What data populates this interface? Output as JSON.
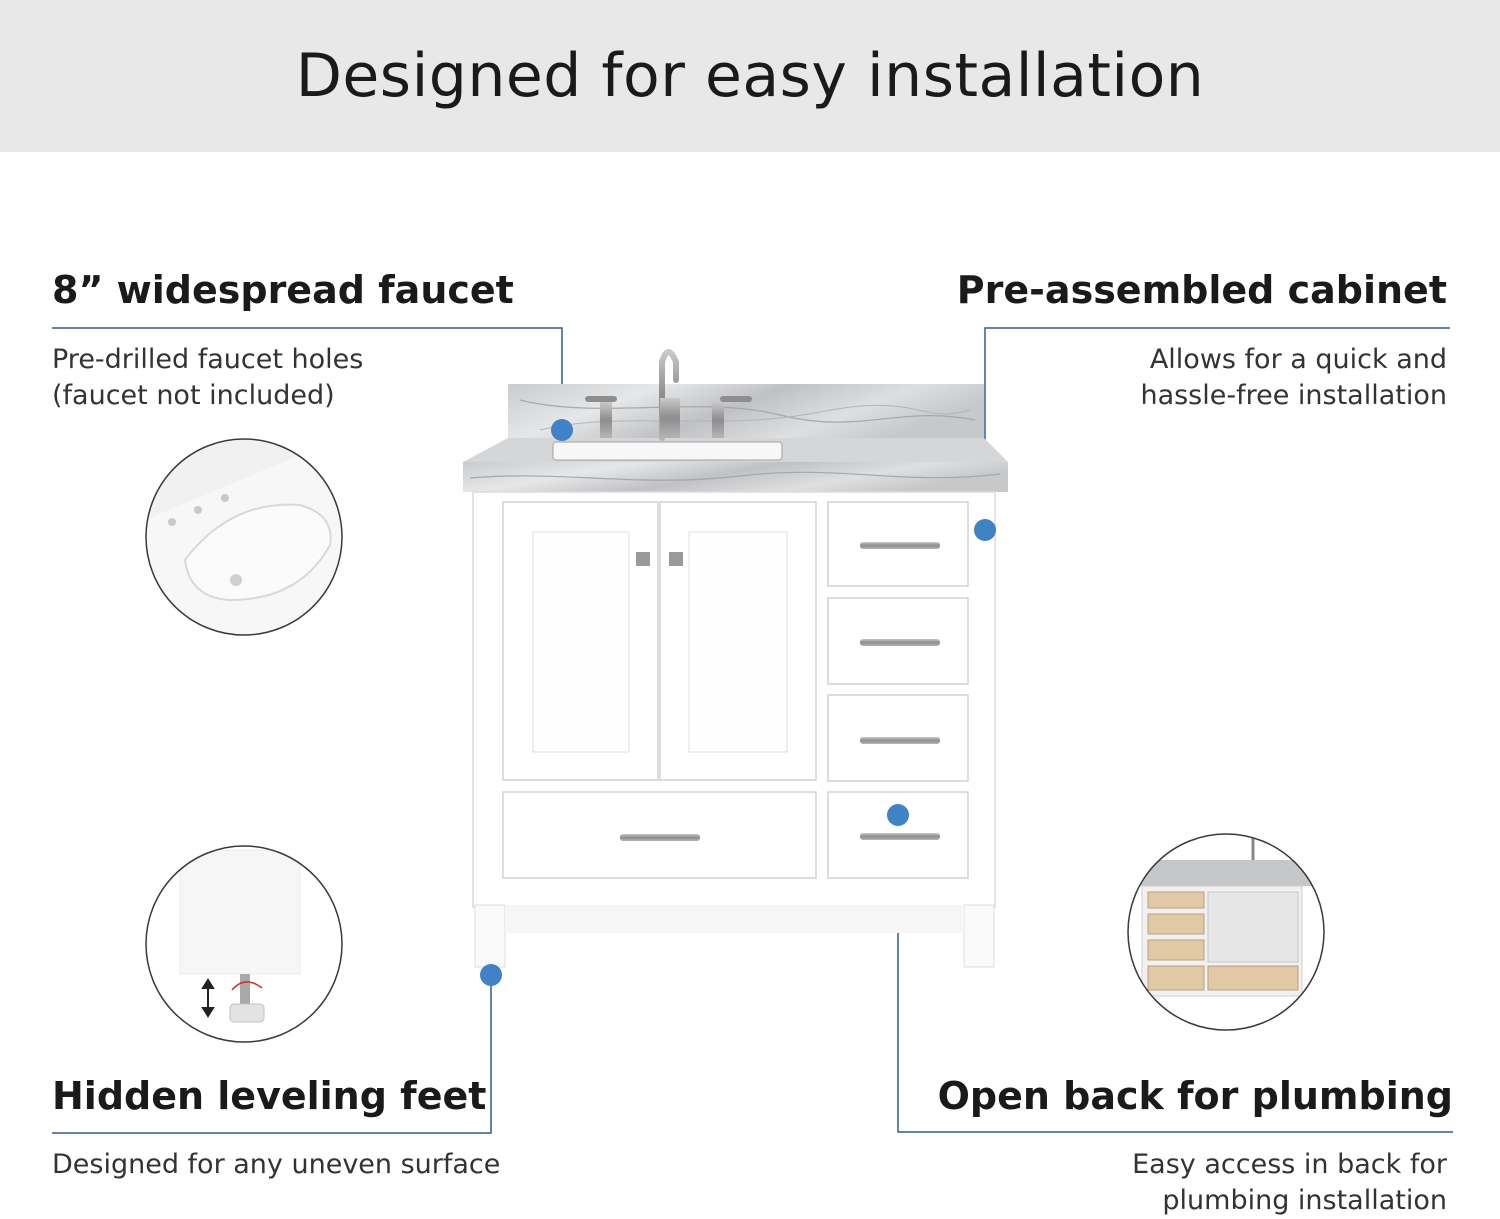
{
  "header": {
    "title": "Designed for easy installation"
  },
  "features": {
    "faucet": {
      "title": "8” widespread faucet",
      "description": "Pre-drilled faucet holes\n(faucet not included)"
    },
    "cabinet": {
      "title": "Pre-assembled cabinet",
      "description": "Allows for  a quick and\nhassle-free installation"
    },
    "feet": {
      "title": "Hidden leveling feet",
      "description": "Designed for any uneven surface"
    },
    "plumbing": {
      "title": "Open back for plumbing",
      "description": "Easy access in back for\nplumbing installation"
    }
  },
  "colors": {
    "banner": "#e8e8e8",
    "callout_line": "#2f5f8f",
    "callout_dot": "#3f82c6",
    "cabinet_white": "#ffffff",
    "hardware": "#9a9a9a"
  },
  "icons": [
    "up-down-arrow-icon",
    "rotate-arrow-icon"
  ]
}
